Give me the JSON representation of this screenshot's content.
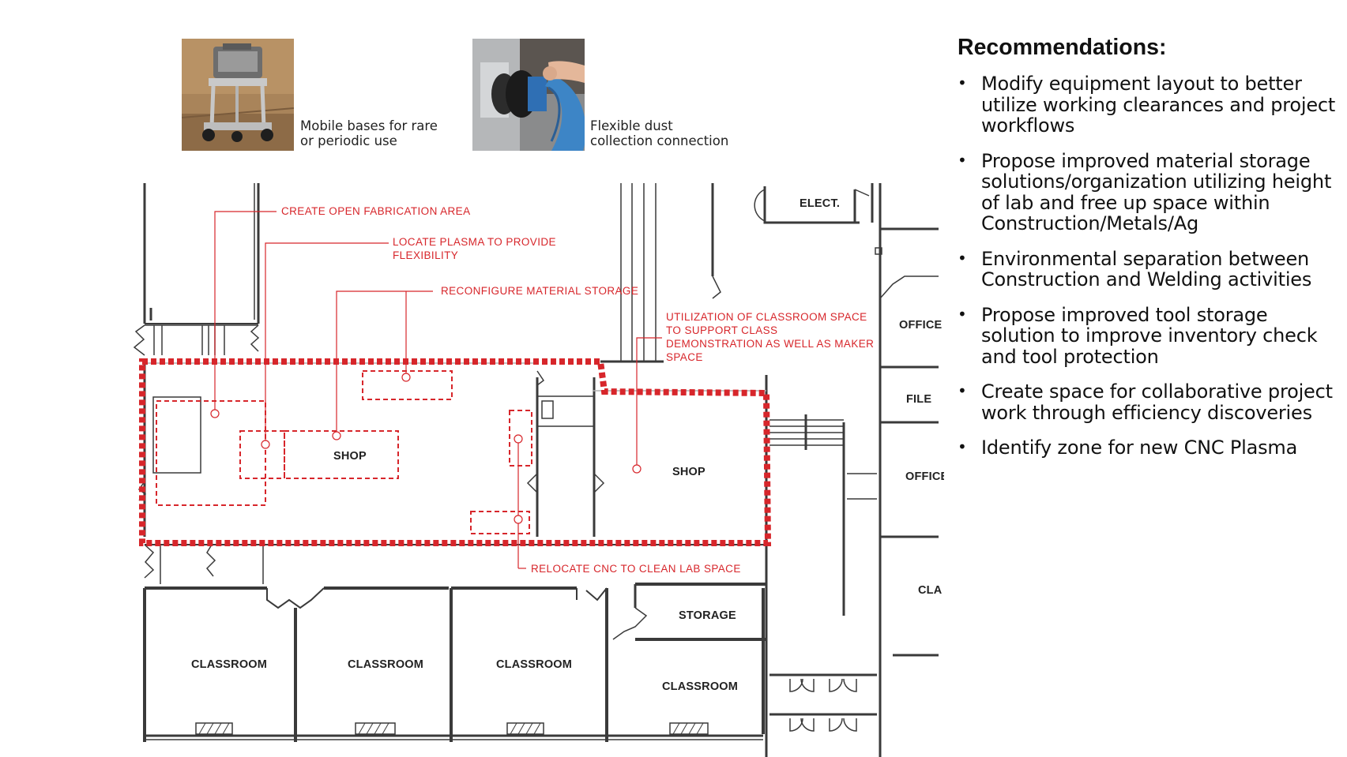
{
  "photos": [
    {
      "caption_lines": [
        "Mobile bases for rare",
        "or periodic use"
      ],
      "icon": "mobile-base-tool-photo"
    },
    {
      "caption_lines": [
        "Flexible dust",
        "collection connection"
      ],
      "icon": "dust-hose-photo"
    }
  ],
  "plan": {
    "rooms": {
      "elect": "ELECT.",
      "office_1": "OFFICE",
      "file": "FILE",
      "office_2": "OFFICE",
      "cla": "CLA",
      "shop_1": "SHOP",
      "shop_2": "SHOP",
      "storage": "STORAGE",
      "classroom_1": "CLASSROOM",
      "classroom_2": "CLASSROOM",
      "classroom_3": "CLASSROOM",
      "classroom_4": "CLASSROOM"
    },
    "notes": {
      "open_fab": "CREATE OPEN FABRICATION AREA",
      "plasma_lines": [
        "LOCATE PLASMA TO PROVIDE",
        "FLEXIBILITY"
      ],
      "storage": "RECONFIGURE MATERIAL STORAGE",
      "classroom_lines": [
        "UTILIZATION OF CLASSROOM SPACE",
        "TO SUPPORT CLASS",
        "DEMONSTRATION AS WELL AS MAKER",
        "SPACE"
      ],
      "cnc": "RELOCATE CNC TO CLEAN LAB SPACE"
    },
    "colors": {
      "accent": "#d7262b",
      "wall": "#3a3a3a"
    }
  },
  "recommendations": {
    "title": "Recommendations:",
    "bullet": "•",
    "items": [
      {
        "lines": [
          "Modify equipment layout to better",
          "utilize working clearances and project",
          "workflows"
        ]
      },
      {
        "lines": [
          "Propose improved material storage",
          "solutions/organization utilizing height",
          "of lab and free up space within",
          "Construction/Metals/Ag"
        ]
      },
      {
        "lines": [
          "Environmental separation between",
          "Construction and Welding activities"
        ]
      },
      {
        "lines": [
          "Propose improved tool storage",
          "solution to improve inventory check",
          "and tool protection"
        ]
      },
      {
        "lines": [
          "Create space for collaborative project",
          "work through efficiency discoveries"
        ]
      },
      {
        "lines": [
          "Identify zone for new CNC Plasma"
        ]
      }
    ]
  }
}
